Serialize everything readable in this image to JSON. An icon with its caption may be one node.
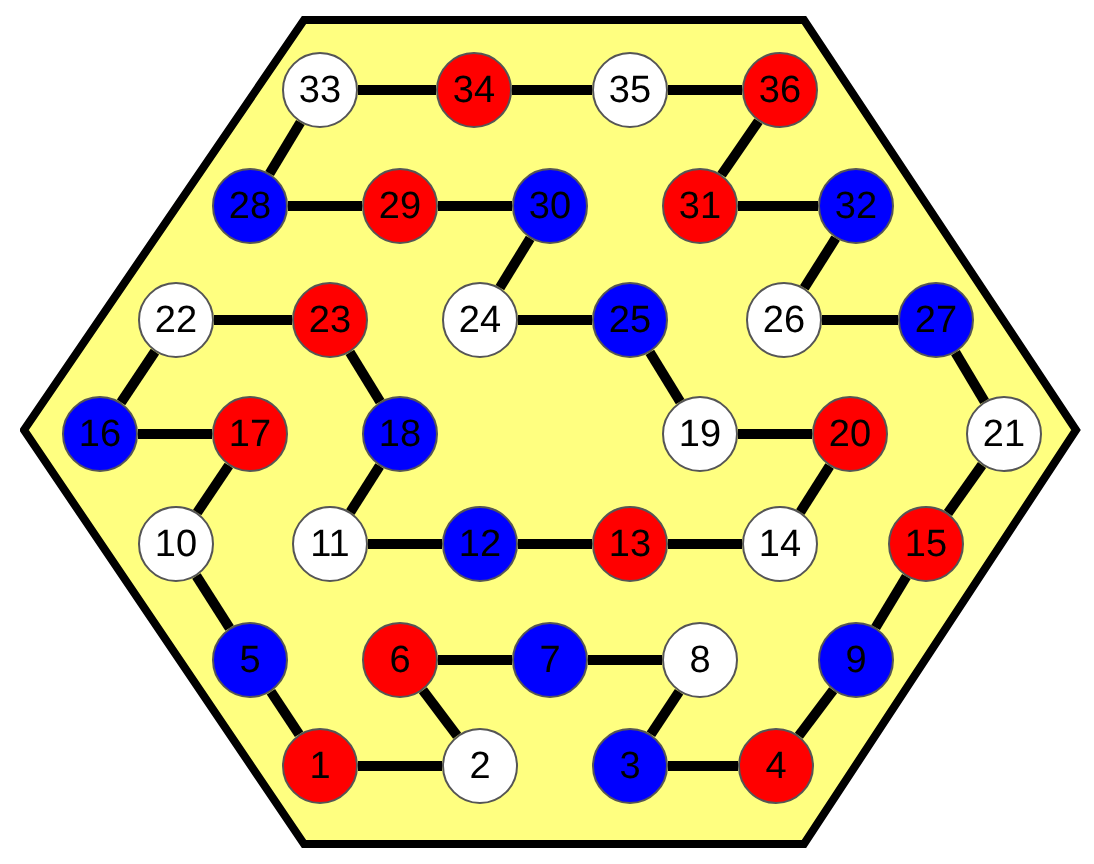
{
  "diagram": {
    "nodes": [
      {
        "text": [],
        "shape": "hexagon"
      },
      {
        "text": [
          "33"
        ],
        "in": 0
      },
      {
        "text": [
          "34"
        ],
        "in": 0
      },
      {
        "text": [
          "35"
        ],
        "in": 0
      },
      {
        "text": [
          "36"
        ],
        "in": 0
      },
      {
        "text": [
          "28"
        ],
        "in": 0
      },
      {
        "text": [
          "29"
        ],
        "in": 0
      },
      {
        "text": [
          "30"
        ],
        "in": 0
      },
      {
        "text": [
          "31"
        ],
        "in": 0
      },
      {
        "text": [
          "32"
        ],
        "in": 0
      },
      {
        "text": [
          "22"
        ],
        "in": 0
      },
      {
        "text": [
          "23"
        ],
        "in": 0
      },
      {
        "text": [
          "24"
        ],
        "in": 0
      },
      {
        "text": [
          "25"
        ],
        "in": 0
      },
      {
        "text": [
          "26"
        ],
        "in": 0
      },
      {
        "text": [
          "27"
        ],
        "in": 0
      },
      {
        "text": [
          "16"
        ],
        "in": 0
      },
      {
        "text": [
          "17"
        ],
        "in": 0
      },
      {
        "text": [
          "18"
        ],
        "in": 0
      },
      {
        "text": [
          "19"
        ],
        "in": 0
      },
      {
        "text": [
          "20"
        ],
        "in": 0
      },
      {
        "text": [
          "21"
        ],
        "in": 0
      },
      {
        "text": [
          "10"
        ],
        "in": 0
      },
      {
        "text": [
          "11"
        ],
        "in": 0
      },
      {
        "text": [
          "12"
        ],
        "in": 0
      },
      {
        "text": [
          "13"
        ],
        "in": 0
      },
      {
        "text": [
          "14"
        ],
        "in": 0
      },
      {
        "text": [
          "15"
        ],
        "in": 0
      },
      {
        "text": [
          "5"
        ],
        "in": 0
      },
      {
        "text": [
          "6"
        ],
        "in": 0
      },
      {
        "text": [
          "7"
        ],
        "in": 0
      },
      {
        "text": [
          "8"
        ],
        "in": 0
      },
      {
        "text": [
          "9"
        ],
        "in": 0
      },
      {
        "text": [
          "1"
        ],
        "in": 0
      },
      {
        "text": [
          "2"
        ],
        "in": 0
      },
      {
        "text": [
          "3"
        ],
        "in": 0
      },
      {
        "text": [
          "4"
        ],
        "in": 0
      }
    ],
    "edges": [
      {
        "from": 33,
        "to": 34,
        "arrow": "none"
      },
      {
        "from": 34,
        "to": 29,
        "arrow": "none"
      },
      {
        "from": 29,
        "to": 30,
        "arrow": "none"
      },
      {
        "from": 30,
        "to": 31,
        "arrow": "none"
      },
      {
        "from": 31,
        "to": 35,
        "arrow": "none"
      },
      {
        "from": 35,
        "to": 36,
        "arrow": "none"
      },
      {
        "from": 36,
        "to": 32,
        "arrow": "none"
      },
      {
        "from": 32,
        "to": 27,
        "arrow": "none"
      },
      {
        "from": 27,
        "to": 21,
        "arrow": "none"
      },
      {
        "from": 21,
        "to": 15,
        "arrow": "none"
      },
      {
        "from": 15,
        "to": 14,
        "arrow": "none"
      },
      {
        "from": 14,
        "to": 9,
        "arrow": "none"
      },
      {
        "from": 9,
        "to": 8,
        "arrow": "none"
      },
      {
        "from": 8,
        "to": 4,
        "arrow": "none"
      },
      {
        "from": 4,
        "to": 3,
        "arrow": "none"
      },
      {
        "from": 3,
        "to": 2,
        "arrow": "none"
      },
      {
        "from": 2,
        "to": 1,
        "arrow": "none"
      },
      {
        "from": 1,
        "to": 5,
        "arrow": "none"
      },
      {
        "from": 5,
        "to": 6,
        "arrow": "none"
      },
      {
        "from": 6,
        "to": 7,
        "arrow": "none"
      },
      {
        "from": 7,
        "to": 12,
        "arrow": "none"
      },
      {
        "from": 12,
        "to": 13,
        "arrow": "none"
      },
      {
        "from": 13,
        "to": 19,
        "arrow": "none"
      },
      {
        "from": 19,
        "to": 20,
        "arrow": "none"
      },
      {
        "from": 20,
        "to": 26,
        "arrow": "none"
      },
      {
        "from": 26,
        "to": 25,
        "arrow": "none"
      },
      {
        "from": 25,
        "to": 24,
        "arrow": "none"
      },
      {
        "from": 24,
        "to": 23,
        "arrow": "none"
      },
      {
        "from": 23,
        "to": 18,
        "arrow": "none"
      },
      {
        "from": 18,
        "to": 11,
        "arrow": "none"
      },
      {
        "from": 11,
        "to": 10,
        "arrow": "none"
      },
      {
        "from": 10,
        "to": 16,
        "arrow": "none"
      },
      {
        "from": 16,
        "to": 17,
        "arrow": "none"
      },
      {
        "from": 17,
        "to": 22,
        "arrow": "none"
      },
      {
        "from": 22,
        "to": 28,
        "arrow": "none"
      },
      {
        "from": 28,
        "to": 33,
        "arrow": "none"
      }
    ]
  }
}
